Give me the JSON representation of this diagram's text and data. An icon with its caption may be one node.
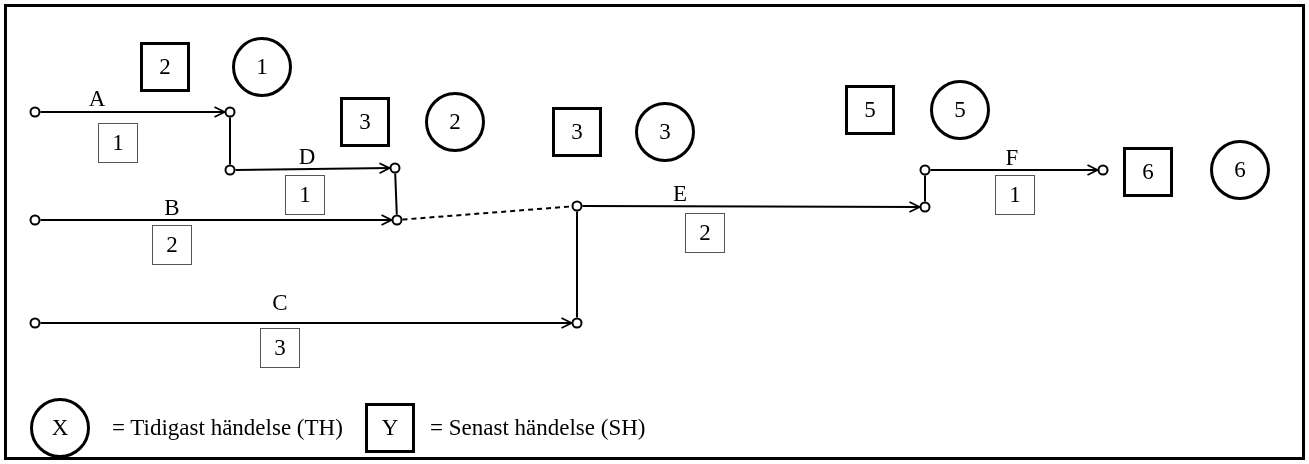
{
  "diagram": {
    "nodes": [
      {
        "text": [
          "2"
        ]
      },
      {
        "text": [
          "1"
        ]
      },
      {
        "text": [
          "3"
        ]
      },
      {
        "text": [
          "2"
        ]
      },
      {
        "text": [
          "3"
        ]
      },
      {
        "text": [
          "3"
        ]
      },
      {
        "text": [
          "5"
        ]
      },
      {
        "text": [
          "5"
        ]
      },
      {
        "text": [
          "6"
        ]
      },
      {
        "text": [
          "6"
        ]
      },
      {
        "text": [],
        "shape": "circle"
      },
      {
        "text": [],
        "shape": "circle"
      },
      {
        "text": [],
        "shape": "circle"
      },
      {
        "text": [],
        "shape": "circle"
      },
      {
        "text": [],
        "shape": "circle"
      },
      {
        "text": [],
        "shape": "circle"
      },
      {
        "text": [],
        "shape": "circle"
      },
      {
        "text": [],
        "shape": "circle"
      },
      {
        "text": [],
        "shape": "circle"
      },
      {
        "text": [],
        "shape": "circle"
      },
      {
        "text": [],
        "shape": "circle"
      },
      {
        "text": [],
        "shape": "circle"
      }
    ],
    "edges": [
      {
        "from": 10,
        "to": 11,
        "arrow": "to",
        "label": "A"
      },
      {
        "from": 11,
        "to": 12,
        "arrow": "none"
      },
      {
        "from": 12,
        "to": 13,
        "arrow": "to",
        "label": "D"
      },
      {
        "from": 14,
        "to": 15,
        "arrow": "to",
        "label": "B"
      },
      {
        "from": 13,
        "to": 15,
        "arrow": "none"
      },
      {
        "from": 15,
        "to": 16,
        "arrow": "none",
        "style": "dashed"
      },
      {
        "from": 17,
        "to": 18,
        "arrow": "to",
        "label": "C"
      },
      {
        "from": 16,
        "to": 18,
        "arrow": "none"
      },
      {
        "from": 16,
        "to": 19,
        "arrow": "to",
        "label": "E"
      },
      {
        "from": 19,
        "to": 20,
        "arrow": "none"
      },
      {
        "from": 20,
        "to": 21,
        "arrow": "to",
        "label": "F"
      }
    ],
    "labels": [
      "1",
      "1",
      "2",
      "2",
      "1",
      "3",
      "X",
      "Y"
    ],
    "legend": [
      {
        "text": "= Tidigast händelse (TH)"
      },
      {
        "text": "= Senast händelse (SH)"
      }
    ]
  }
}
